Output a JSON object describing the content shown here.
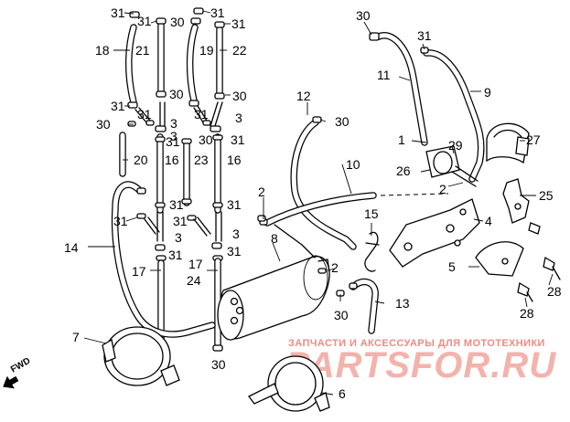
{
  "callouts": [
    {
      "id": "c31a",
      "text": "31"
    },
    {
      "id": "c31b",
      "text": "31"
    },
    {
      "id": "c31c",
      "text": "31"
    },
    {
      "id": "c30a",
      "text": "30"
    },
    {
      "id": "c31d",
      "text": "31"
    },
    {
      "id": "c18",
      "text": "18"
    },
    {
      "id": "c21",
      "text": "21"
    },
    {
      "id": "c19",
      "text": "19"
    },
    {
      "id": "c22",
      "text": "22"
    },
    {
      "id": "c31e",
      "text": "31"
    },
    {
      "id": "c30b",
      "text": "30"
    },
    {
      "id": "c30c",
      "text": "30"
    },
    {
      "id": "c31f",
      "text": "31"
    },
    {
      "id": "c3a",
      "text": "3"
    },
    {
      "id": "c31g",
      "text": "31"
    },
    {
      "id": "c3b",
      "text": "3"
    },
    {
      "id": "c30d",
      "text": "30"
    },
    {
      "id": "c3c",
      "text": "3"
    },
    {
      "id": "c31h",
      "text": "31"
    },
    {
      "id": "c30e",
      "text": "30"
    },
    {
      "id": "c31i",
      "text": "31"
    },
    {
      "id": "c20",
      "text": "20"
    },
    {
      "id": "c16a",
      "text": "16"
    },
    {
      "id": "c23",
      "text": "23"
    },
    {
      "id": "c16b",
      "text": "16"
    },
    {
      "id": "c31j",
      "text": "31"
    },
    {
      "id": "c31k",
      "text": "31"
    },
    {
      "id": "c31l",
      "text": "31"
    },
    {
      "id": "c3d",
      "text": "3"
    },
    {
      "id": "c31m",
      "text": "31"
    },
    {
      "id": "c3e",
      "text": "3"
    },
    {
      "id": "c14",
      "text": "14"
    },
    {
      "id": "c31n",
      "text": "31"
    },
    {
      "id": "c31o",
      "text": "31"
    },
    {
      "id": "c17a",
      "text": "17"
    },
    {
      "id": "c17b",
      "text": "17"
    },
    {
      "id": "c24",
      "text": "24"
    },
    {
      "id": "c7",
      "text": "7"
    },
    {
      "id": "c30f",
      "text": "30"
    },
    {
      "id": "c12",
      "text": "12"
    },
    {
      "id": "c30g",
      "text": "30"
    },
    {
      "id": "c10",
      "text": "10"
    },
    {
      "id": "c2a",
      "text": "2"
    },
    {
      "id": "c8",
      "text": "8"
    },
    {
      "id": "c2b",
      "text": "2"
    },
    {
      "id": "c30h",
      "text": "30"
    },
    {
      "id": "c15",
      "text": "15"
    },
    {
      "id": "c13",
      "text": "13"
    },
    {
      "id": "c6",
      "text": "6"
    },
    {
      "id": "c30i",
      "text": "30"
    },
    {
      "id": "c11",
      "text": "11"
    },
    {
      "id": "c31p",
      "text": "31"
    },
    {
      "id": "c9",
      "text": "9"
    },
    {
      "id": "c27",
      "text": "27"
    },
    {
      "id": "c1",
      "text": "1"
    },
    {
      "id": "c29",
      "text": "29"
    },
    {
      "id": "c26",
      "text": "26"
    },
    {
      "id": "c2c",
      "text": "2"
    },
    {
      "id": "c25",
      "text": "25"
    },
    {
      "id": "c4",
      "text": "4"
    },
    {
      "id": "c5",
      "text": "5"
    },
    {
      "id": "c28a",
      "text": "28"
    },
    {
      "id": "c28b",
      "text": "28"
    }
  ],
  "direction_label": "FWD",
  "watermark": {
    "tagline": "ЗАПЧАСТИ И АКСЕССУАРЫ ДЛЯ МОТОТЕХНИКИ",
    "logo": "PARTSFOR.RU",
    "tagline_color": "#ef8b82",
    "logo_color": "#f3b3ac"
  }
}
